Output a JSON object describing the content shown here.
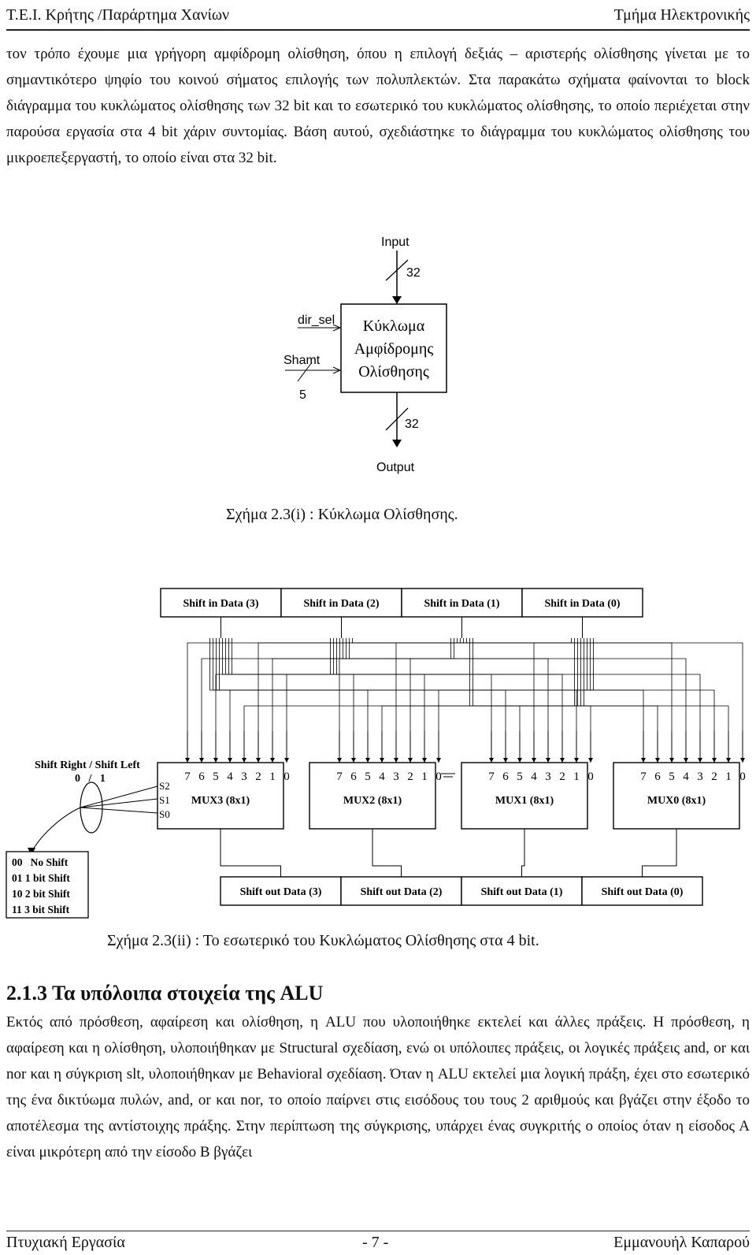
{
  "header": {
    "left": "T.E.I. Κρήτης /Παράρτημα Χανίων",
    "right": "Τμήμα Ηλεκτρονικής"
  },
  "paragraph1": "τον τρόπο έχουμε μια γρήγορη αμφίδρομη ολίσθηση, όπου η επιλογή δεξιάς – αριστερής ολίσθησης γίνεται με το σημαντικότερο ψηφίο του κοινού σήματος επιλογής των πολυπλεκτών. Στα παρακάτω σχήματα φαίνονται το block διάγραμμα του κυκλώματος ολίσθησης των 32 bit και το εσωτερικό του κυκλώματος ολίσθησης, το οποίο περιέχεται στην παρούσα εργασία στα 4 bit χάριν συντομίας. Βάση αυτού, σχεδιάστηκε το διάγραμμα του κυκλώματος ολίσθησης του μικροεπεξεργαστή, το οποίο είναι στα 32 bit.",
  "figure1": {
    "input_label": "Input",
    "input_width": "32",
    "dir_label": "dir_sel",
    "shamt_label": "Shamt",
    "shamt_width": "5",
    "block_line1": "Κύκλωμα",
    "block_line2": "Αμφίδρομης",
    "block_line3": "Ολίσθησης",
    "output_width": "32",
    "output_label": "Output",
    "caption": "Σχήμα 2.3(i) : Κύκλωμα Ολίσθησης."
  },
  "figure2": {
    "shift_in": [
      "Shift in Data (3)",
      "Shift in Data (2)",
      "Shift in Data (1)",
      "Shift in Data (0)"
    ],
    "mux_inputs": [
      "7",
      "6",
      "5",
      "4",
      "3",
      "2",
      "1",
      "0"
    ],
    "mux_names": [
      "MUX3 (8x1)",
      "MUX2 (8x1)",
      "MUX1 (8x1)",
      "MUX0 (8x1)"
    ],
    "select_lines": [
      "S2",
      "S1",
      "S0"
    ],
    "dir_title": "Shift Right / Shift Left",
    "dir_values": "0   /   1",
    "legend": [
      "00   No Shift",
      "01 1 bit Shift",
      "10 2 bit Shift",
      "11 3 bit Shift"
    ],
    "shift_out": [
      "Shift out Data (3)",
      "Shift out Data (2)",
      "Shift out Data (1)",
      "Shift out Data (0)"
    ],
    "caption": "Σχήμα 2.3(ii) : Το εσωτερικό του Κυκλώματος Ολίσθησης στα 4 bit."
  },
  "section_title": "2.1.3  Τα υπόλοιπα στοιχεία της ALU",
  "paragraph2": "Εκτός από πρόσθεση, αφαίρεση και ολίσθηση, η ALU που υλοποιήθηκε εκτελεί και άλλες πράξεις. Η πρόσθεση, η αφαίρεση και η ολίσθηση, υλοποιήθηκαν με Structural σχεδίαση, ενώ οι υπόλοιπες πράξεις, οι λογικές πράξεις and, or και nor και  η σύγκριση slt, υλοποιήθηκαν με Behavioral σχεδίαση. Όταν η ALU εκτελεί μια λογική πράξη, έχει στο εσωτερικό της ένα δικτύωμα πυλών, and, or και  nor, το οποίο παίρνει στις εισόδους του τους 2 αριθμούς και βγάζει στην έξοδο το αποτέλεσμα της αντίστοιχης πράξης. Στην περίπτωση της σύγκρισης, υπάρχει ένας συγκριτής ο οποίος όταν η είσοδος Α είναι μικρότερη από την είσοδο Β βγάζει",
  "footer": {
    "left": "Πτυχιακή Εργασία",
    "center": "- 7 -",
    "right": "Εμμανουήλ Καπαρού"
  }
}
